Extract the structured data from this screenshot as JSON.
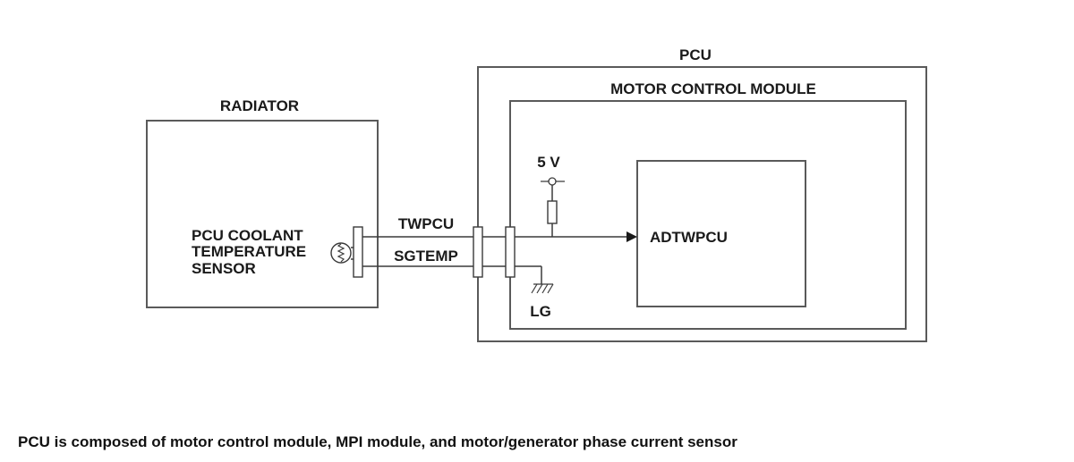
{
  "labels": {
    "pcu": "PCU",
    "motor_control_module": "MOTOR CONTROL MODULE",
    "radiator": "RADIATOR",
    "sensor_line1": "PCU COOLANT",
    "sensor_line2": "TEMPERATURE",
    "sensor_line3": "SENSOR",
    "supply_voltage": "5 V",
    "signal_wire": "TWPCU",
    "ground_wire": "SGTEMP",
    "input_name": "ADTWPCU",
    "ground_name": "LG"
  },
  "caption": "PCU is composed of motor control module, MPI module, and motor/generator phase current sensor"
}
